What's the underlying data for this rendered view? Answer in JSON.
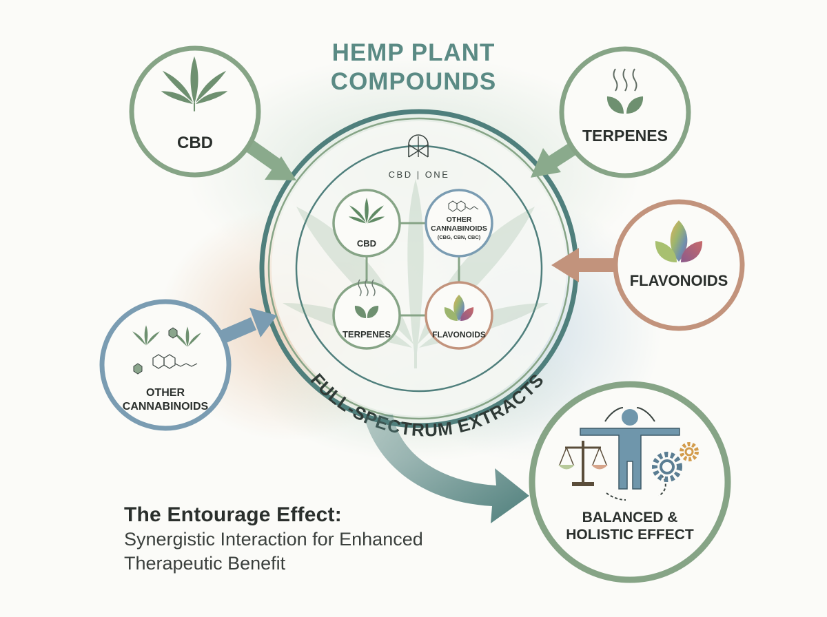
{
  "title": {
    "line1": "HEMP PLANT",
    "line2": "COMPOUNDS"
  },
  "brand": {
    "name": "CBD | ONE"
  },
  "inputs": {
    "cbd": {
      "label": "CBD",
      "icon": "cannabis-leaf-icon"
    },
    "terpenes": {
      "label": "TERPENES",
      "icon": "steaming-sprout-icon"
    },
    "flavonoids": {
      "label": "FLAVONOIDS",
      "icon": "multicolor-leaves-icon"
    },
    "other_cannabinoids": {
      "line1": "OTHER",
      "line2": "CANNABINOIDS",
      "icon": "molecule-leaves-icon"
    }
  },
  "inner": {
    "cbd": {
      "label": "CBD"
    },
    "other": {
      "line1": "OTHER",
      "line2": "CANNABINOIDS",
      "line3": "(CBG, CBN, CBC)"
    },
    "terpenes": {
      "label": "TERPENES"
    },
    "flavonoids": {
      "label": "FLAVONOIDS"
    }
  },
  "ring_label": "FULL-SPECTRUM EXTRACTS",
  "output": {
    "line1": "BALANCED &",
    "line2": "HOLISTIC EFFECT",
    "icon": "balance-person-gears-icon"
  },
  "caption": {
    "title": "The Entourage Effect:",
    "subtitle_line1": "Synergistic Interaction for Enhanced",
    "subtitle_line2": "Therapeutic Benefit"
  },
  "colors": {
    "teal": "#4f7f7c",
    "sage": "#86a486",
    "blue": "#7a9cb2",
    "terracotta": "#c2937c",
    "leaf": "#6e9070",
    "text": "#2a2f2c"
  }
}
